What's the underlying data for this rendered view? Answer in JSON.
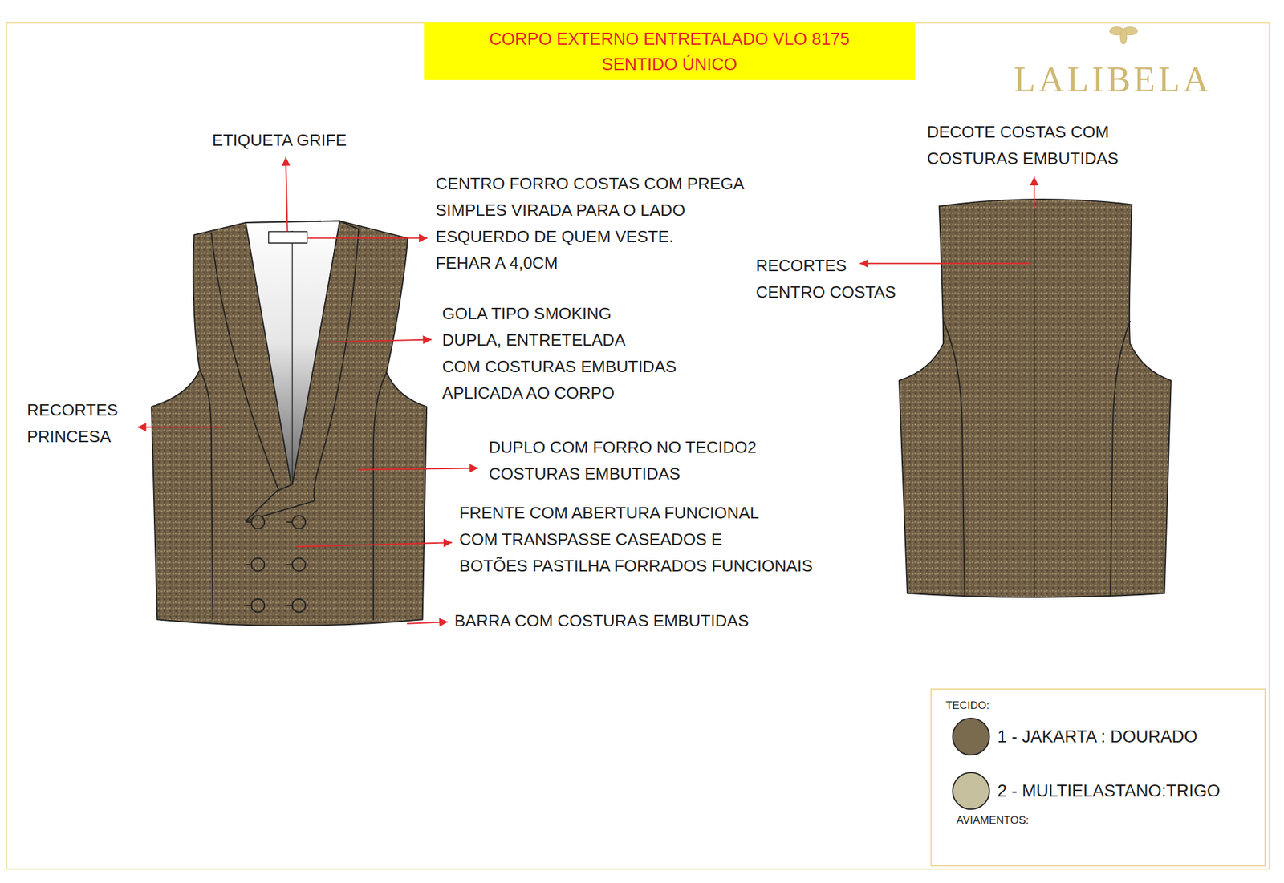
{
  "diagram": {
    "title": "CORPO EXTERNO ENTRETALADO VLO 8175 SENTIDO ÚNICO",
    "labels": [
      "LALIBELA",
      "ETIQUETA GRIFE",
      "CENTRO FORRO COSTAS COM PREGA SIMPLES VIRADA PARA O LADO ESQUERDO DE QUEM VESTE. FEHAR A 4,0CM",
      "GOLA TIPO SMOKING DUPLA, ENTRETELADA COM COSTURAS EMBUTIDAS APLICADA AO CORPO",
      "RECORTES PRINCESA",
      "DUPLO COM FORRO NO TECIDO2 COSTURAS EMBUTIDAS",
      "FRENTE COM ABERTURA FUNCIONAL COM TRANSPASSE CASEADOS E BOTÕES PASTILHA FORRADOS FUNCIONAIS",
      "BARRA COM COSTURAS EMBUTIDAS",
      "DECOTE COSTAS COM COSTURAS EMBUTIDAS",
      "RECORTES CENTRO COSTAS",
      "TECIDO:",
      "AVIAMENTOS:"
    ],
    "legend": [
      {
        "text": "1 - JAKARTA : DOURADO",
        "color": "#7a6a4e"
      },
      {
        "text": "2 - MULTIELASTANO:TRIGO",
        "color": "#c6c09e"
      }
    ]
  }
}
